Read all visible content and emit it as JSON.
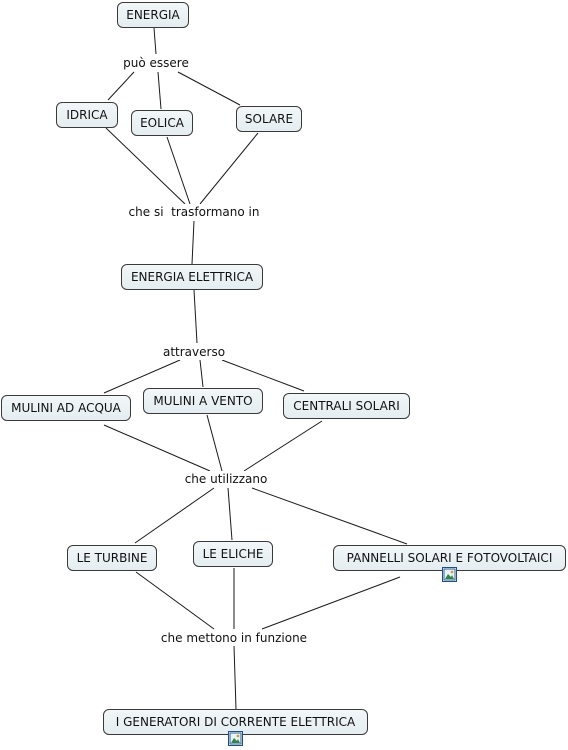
{
  "concepts": {
    "energia": "ENERGIA",
    "idrica": "IDRICA",
    "eolica": "EOLICA",
    "solare": "SOLARE",
    "energia_elettrica": "ENERGIA ELETTRICA",
    "mulini_ad_acqua": "MULINI AD ACQUA",
    "mulini_a_vento": "MULINI A VENTO",
    "centrali_solari": "CENTRALI SOLARI",
    "le_turbine": "LE TURBINE",
    "le_eliche": "LE ELICHE",
    "pannelli": "PANNELLI SOLARI E FOTOVOLTAICI",
    "generatori": "I GENERATORI DI CORRENTE ELETTRICA"
  },
  "phrases": {
    "puo_essere": "può essere",
    "che_si_trasformano": "che si  trasformano in",
    "attraverso": "attraverso",
    "che_utilizzano": "che utilizzano",
    "che_mettono": "che mettono in funzione"
  },
  "icons": {
    "pannelli_resource": "image-resource-icon",
    "generatori_resource": "image-resource-icon"
  }
}
